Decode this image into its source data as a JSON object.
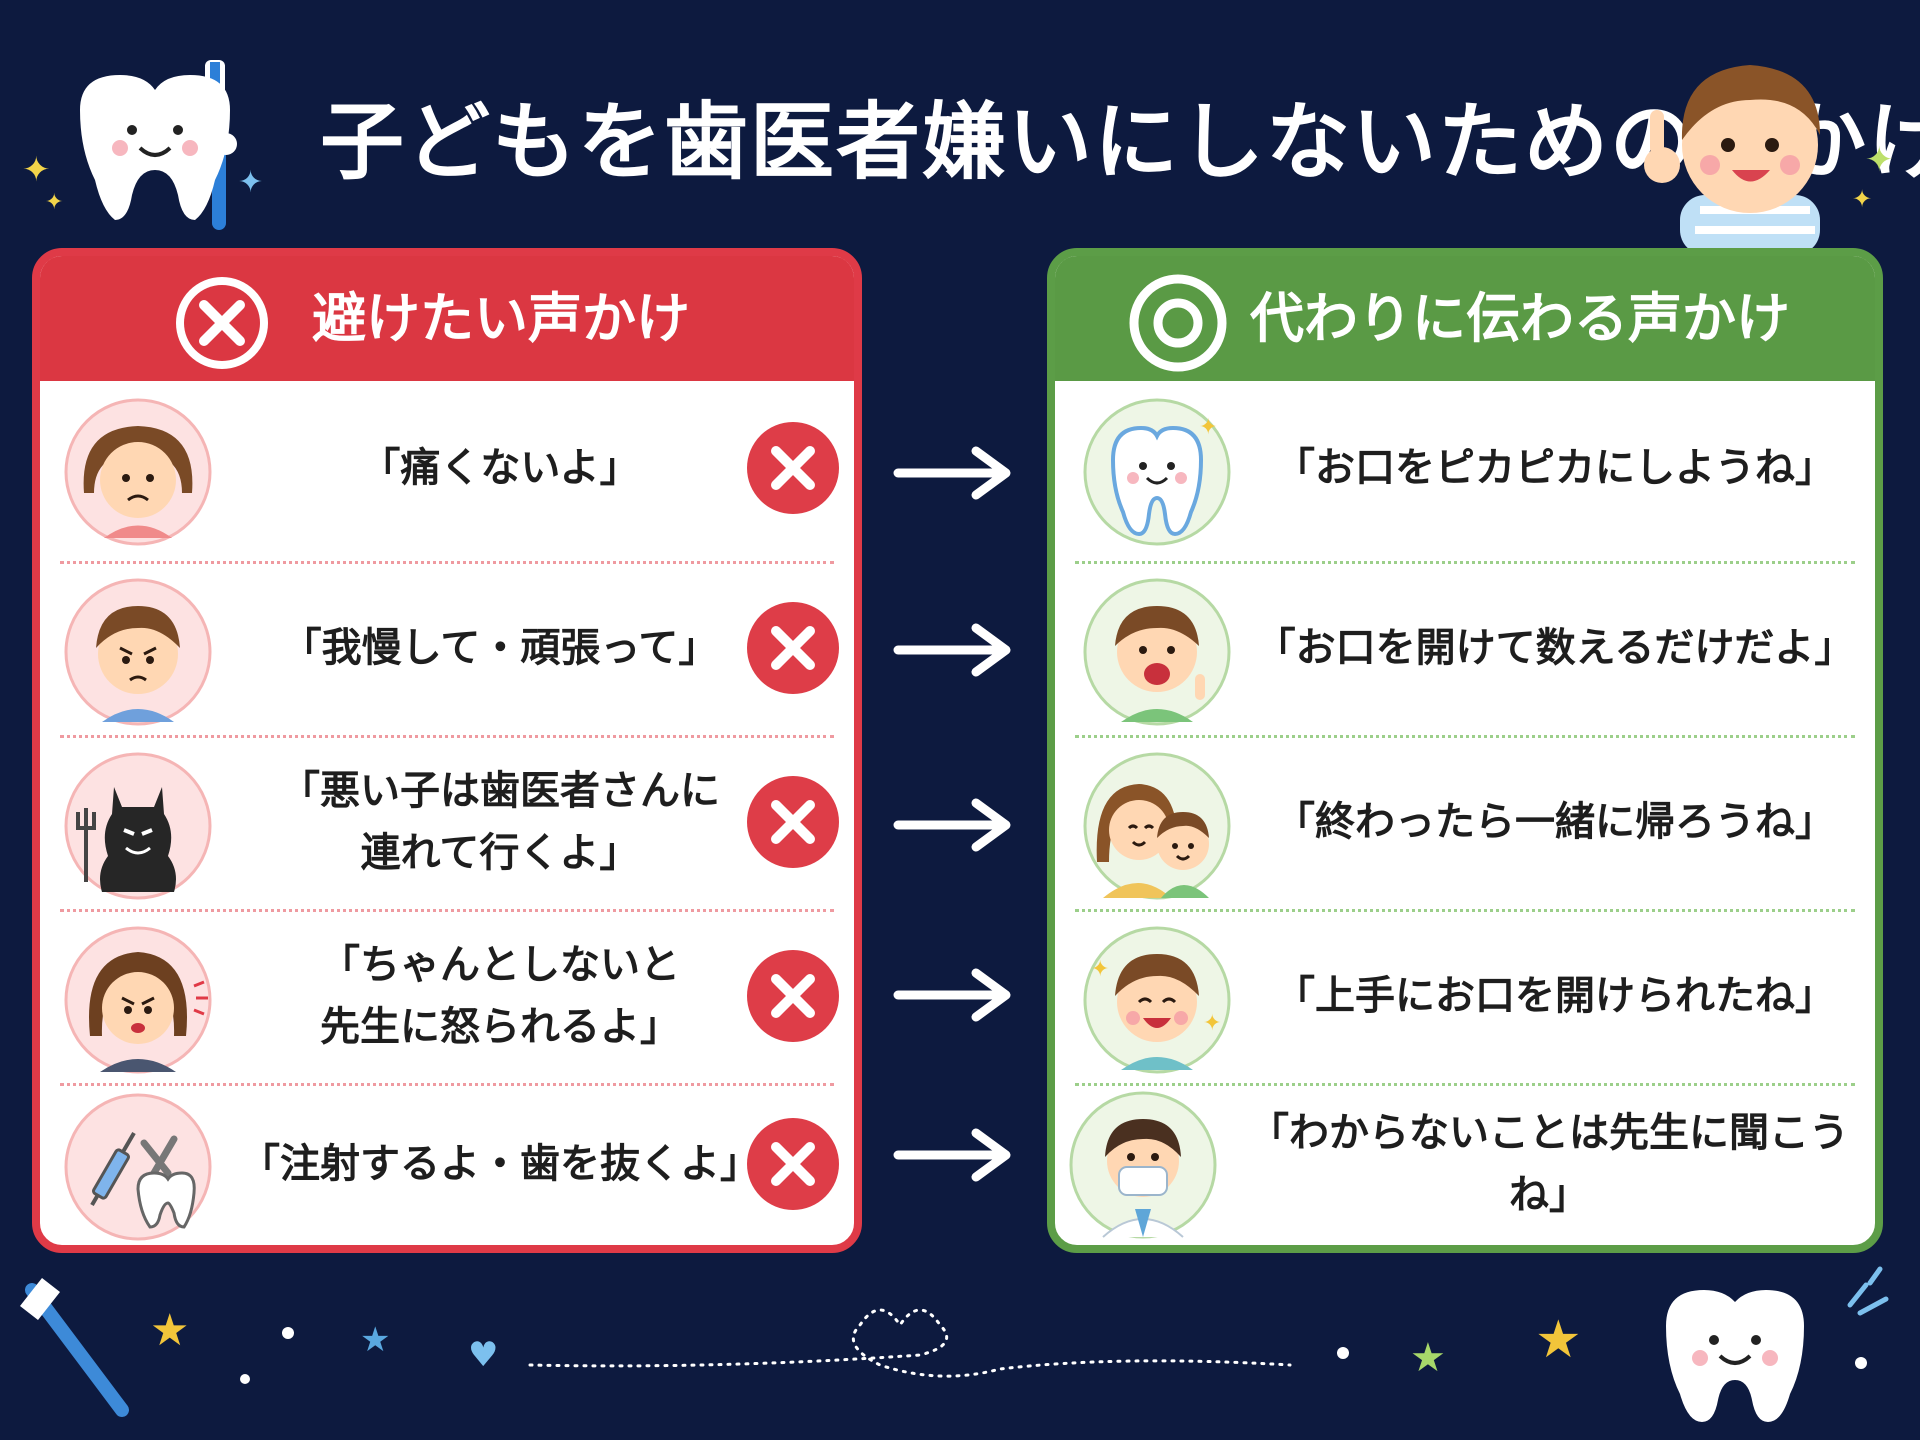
{
  "title": "子どもを歯医者嫌いにしないための声かけ",
  "bad_panel": {
    "header": "避けたい声かけ",
    "items": [
      {
        "text": "「痛くないよ」",
        "avatar": "worried-girl-icon"
      },
      {
        "text": "「我慢して・頑張って」",
        "avatar": "frowning-boy-icon"
      },
      {
        "text": "「悪い子は歯医者さんに\n連れて行くよ」",
        "avatar": "devil-icon"
      },
      {
        "text": "「ちゃんとしないと\n先生に怒られるよ」",
        "avatar": "angry-mother-icon"
      },
      {
        "text": "「注射するよ・歯を抜くよ」",
        "avatar": "syringe-pliers-tooth-icon"
      }
    ]
  },
  "good_panel": {
    "header": "代わりに伝わる声かけ",
    "items": [
      {
        "text": "「お口をピカピカにしようね」",
        "avatar": "smiling-tooth-icon"
      },
      {
        "text": "「お口を開けて数えるだけだよ」",
        "avatar": "open-mouth-boy-icon"
      },
      {
        "text": "「終わったら一緒に帰ろうね」",
        "avatar": "mother-child-icon"
      },
      {
        "text": "「上手にお口を開けられたね」",
        "avatar": "happy-boy-icon"
      },
      {
        "text": "「わからないことは先生に聞こうね」",
        "avatar": "dentist-icon"
      }
    ]
  },
  "colors": {
    "background": "#0d1a3f",
    "bad": "#db3742",
    "good": "#5a9a45"
  },
  "icons": {
    "bad_header": "cross-circle-icon",
    "good_header": "double-circle-icon",
    "row_mark": "cross-mark-icon",
    "arrow": "right-arrow-icon"
  }
}
